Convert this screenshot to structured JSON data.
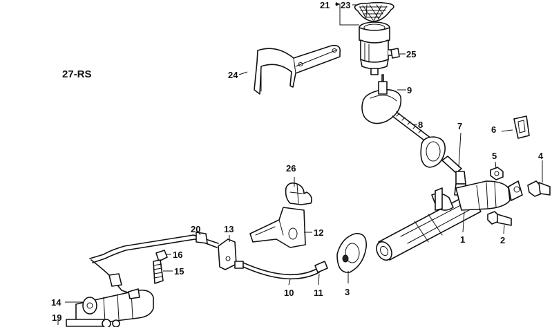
{
  "diagram": {
    "code": "27-RS",
    "callouts": {
      "c1": "1",
      "c2": "2",
      "c3": "3",
      "c4": "4",
      "c5": "5",
      "c6": "6",
      "c7": "7",
      "c8": "8",
      "c9": "9",
      "c10": "10",
      "c11": "11",
      "c12": "12",
      "c13": "13",
      "c14": "14",
      "c15": "15",
      "c16": "16",
      "c19": "19",
      "c20": "20",
      "c21": "21",
      "c23": "23",
      "c24": "24",
      "c25": "25",
      "c26": "26"
    }
  }
}
